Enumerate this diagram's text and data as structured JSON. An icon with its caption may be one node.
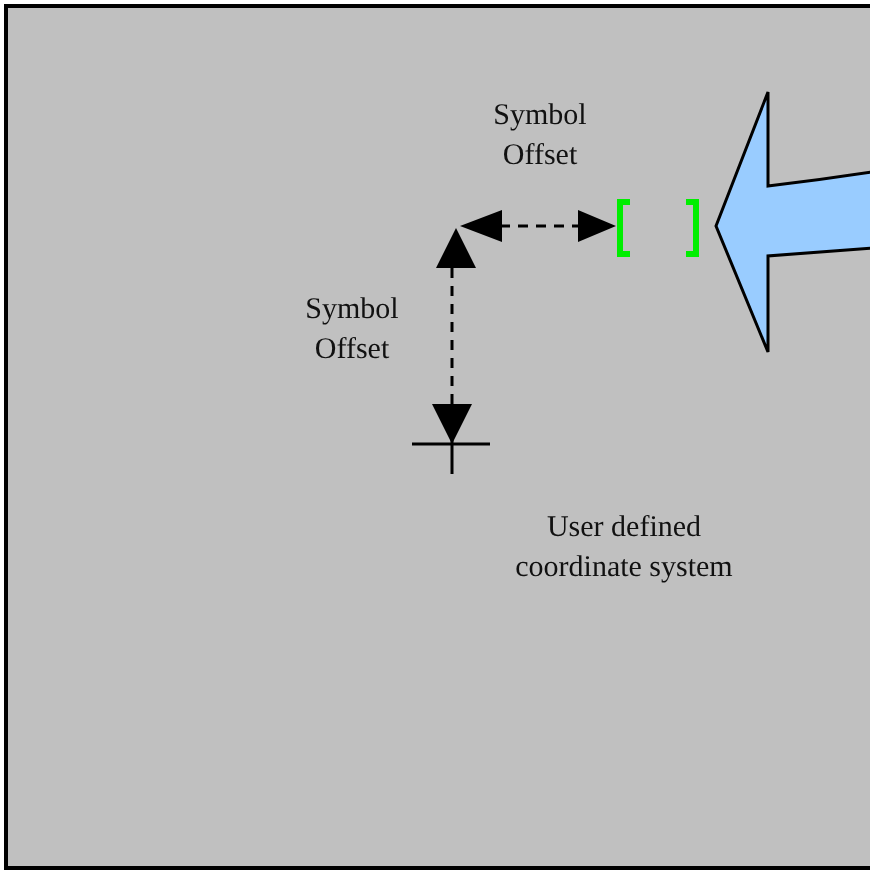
{
  "diagram": {
    "nodes": [
      {
        "text": [
          "User defined coordinate system"
        ]
      }
    ],
    "labels": [
      "Symbol Offset",
      "Symbol Offset"
    ]
  }
}
